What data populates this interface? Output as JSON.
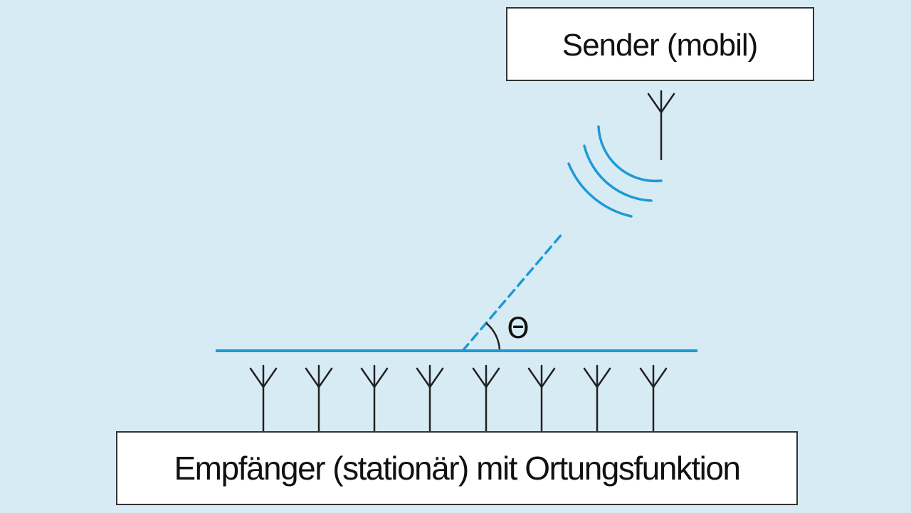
{
  "sender": {
    "label": "Sender (mobil)"
  },
  "receiver": {
    "label": "Empfänger (stationär) mit Ortungsfunktion",
    "antenna_count": 8
  },
  "angle": {
    "symbol": "Θ"
  },
  "colors": {
    "background": "#d7ebf4",
    "accent_blue": "#1d9ad6",
    "line_dark": "#222222",
    "box_fill": "#ffffff"
  }
}
